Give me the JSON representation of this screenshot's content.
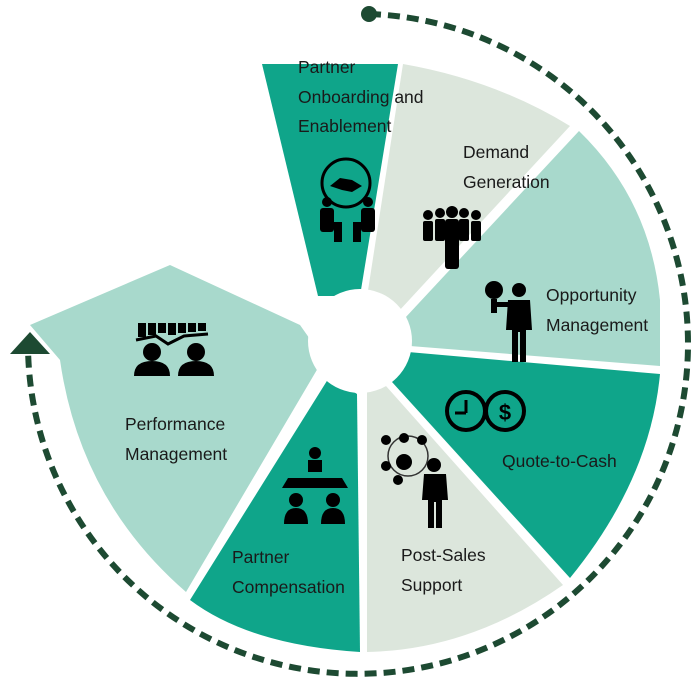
{
  "diagram": {
    "segments": [
      {
        "id": "onboarding",
        "lines": [
          "Partner",
          "Onboarding and",
          "Enablement"
        ],
        "icon": "handshake-meeting-icon",
        "color": "#0fa58a"
      },
      {
        "id": "demand",
        "lines": [
          "Demand",
          "Generation"
        ],
        "icon": "group-of-people-icon",
        "color": "#dce6dc"
      },
      {
        "id": "opportunity",
        "lines": [
          "Opportunity",
          "Management"
        ],
        "icon": "businessman-lightbulb-icon",
        "color": "#a8d9cc"
      },
      {
        "id": "quote",
        "lines": [
          "Quote-to-Cash"
        ],
        "icon": "clock-dollar-icon",
        "color": "#0fa58a"
      },
      {
        "id": "postsales",
        "lines": [
          "Post-Sales",
          "Support"
        ],
        "icon": "network-people-icon",
        "color": "#dce6dc"
      },
      {
        "id": "compensation",
        "lines": [
          "Partner",
          "Compensation"
        ],
        "icon": "conference-table-icon",
        "color": "#0fa58a"
      },
      {
        "id": "performance",
        "lines": [
          "Performance",
          "Management"
        ],
        "icon": "people-chart-icon",
        "color": "#a8d9cc"
      }
    ],
    "cycle_arrow_color": "#1d4a32",
    "hub_color": "#ffffff"
  }
}
